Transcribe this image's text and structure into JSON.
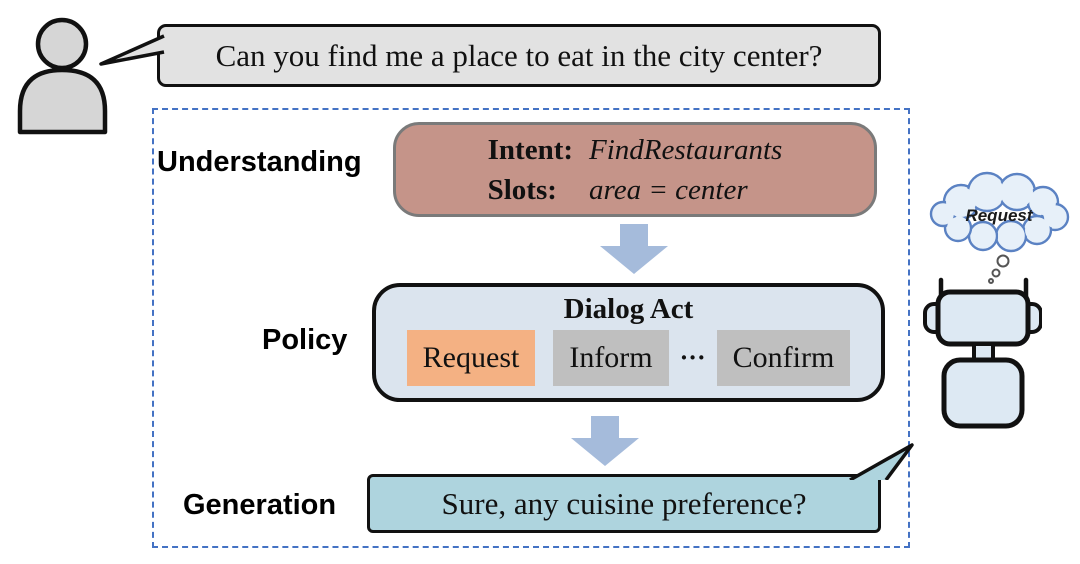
{
  "user": {
    "utterance": "Can you find me a place to eat in the city center?"
  },
  "stages": {
    "understanding": {
      "label": "Understanding",
      "fields": [
        {
          "name": "Intent:",
          "value": "FindRestaurants"
        },
        {
          "name": "Slots:",
          "value": "area = center"
        }
      ]
    },
    "policy": {
      "label": "Policy",
      "title": "Dialog Act",
      "acts": [
        {
          "label": "Request",
          "highlighted": true
        },
        {
          "label": "Inform",
          "highlighted": false
        },
        {
          "label": "Confirm",
          "highlighted": false
        }
      ],
      "ellipsis": "···"
    },
    "generation": {
      "label": "Generation",
      "response": "Sure, any cuisine preference?"
    }
  },
  "robot": {
    "thought": "Request"
  },
  "icons": {
    "user": "person-icon",
    "assistant": "robot-icon",
    "assistant_thought": "thought-cloud-icon",
    "flow": "down-block-arrow-icon"
  },
  "colors": {
    "frame_border": "#4472c4",
    "understanding_fill": "#c59489",
    "understanding_border": "#7a7a7a",
    "policy_fill": "#dbe4ee",
    "act_highlight": "#f4b183",
    "act_default": "#bfbfbf",
    "generation_fill": "#aed4de",
    "arrow": "#a5bbdb",
    "speech_bubble_fill": "#e2e2e2",
    "robot_fill": "#dde9f3",
    "cloud_fill": "#e7f0f9",
    "cloud_border": "#5b82c3"
  }
}
